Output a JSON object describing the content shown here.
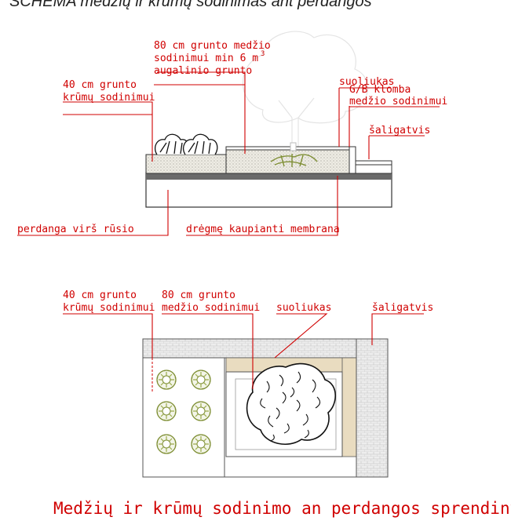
{
  "header": {
    "title": "SCHEMA  medžių ir krūmų sodinimas ant perdangos"
  },
  "section": {
    "shrub_soil_line1": "40 cm grunto",
    "shrub_soil_line2": "krūmų sodinimui",
    "tree_soil_line1": "80 cm grunto medžio",
    "tree_soil_line2": "sodinimui min 6 m",
    "tree_soil_sup": "3",
    "tree_soil_line3": "augalinio grunto",
    "bench": "suoliukas",
    "planter_line1": "G/B klomba",
    "planter_line2": "medžio sodinimui",
    "sidewalk": "šaligatvis",
    "slab": "perdanga virš rūsio",
    "membrane": "drėgmę kaupianti membrana"
  },
  "plan": {
    "shrub_soil_line1": "40 cm grunto",
    "shrub_soil_line2": "krūmų sodinimui",
    "tree_soil_line1": "80 cm grunto",
    "tree_soil_line2": "medžio sodinimui",
    "bench": "suoliukas",
    "sidewalk": "šaligatvis"
  },
  "footer": {
    "caption": "Medžių ir krūmų sodinimo an perdangos sprendinys"
  },
  "colors": {
    "annotation": "#d00000",
    "soil": "#ece9df",
    "foliage": "#8c9f3c",
    "bench": "#e9dcc0",
    "paving": "#cfcfcf"
  }
}
